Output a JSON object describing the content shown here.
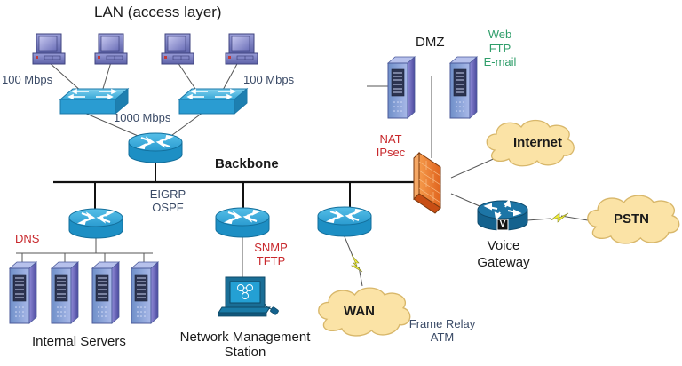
{
  "title": "LAN (access layer)",
  "labels": {
    "lan_uplink_left": "100 Mbps",
    "lan_uplink_right": "100 Mbps",
    "distribution_speed": "1000 Mbps",
    "backbone": "Backbone",
    "routing_protocols": [
      "EIGRP",
      "OSPF"
    ],
    "dns": "DNS",
    "internal_servers": "Internal Servers",
    "mgmt_protocols": [
      "SNMP",
      "TFTP"
    ],
    "network_management_station": [
      "Network Management",
      "Station"
    ],
    "dmz": "DMZ",
    "dmz_services": [
      "Web",
      "FTP",
      "E-mail"
    ],
    "firewall_features": [
      "NAT",
      "IPsec"
    ],
    "internet": "Internet",
    "pstn": "PSTN",
    "wan": "WAN",
    "wan_technologies": [
      "Frame Relay",
      "ATM"
    ],
    "voice_gateway": [
      "Voice",
      "Gateway"
    ],
    "voice_badge": "V"
  },
  "colors": {
    "device_blue": "#1d8fc4",
    "device_blue_dark": "#136f9c",
    "voice_router": "#14628e",
    "cloud_fill": "#fbe3a6",
    "cloud_stroke": "#d8b76a",
    "firewall": "#f07d2e",
    "lightning": "#f2f03a",
    "label_red": "#c8282c",
    "label_green": "#2f9e6a",
    "label_blue": "#3a4a66"
  }
}
